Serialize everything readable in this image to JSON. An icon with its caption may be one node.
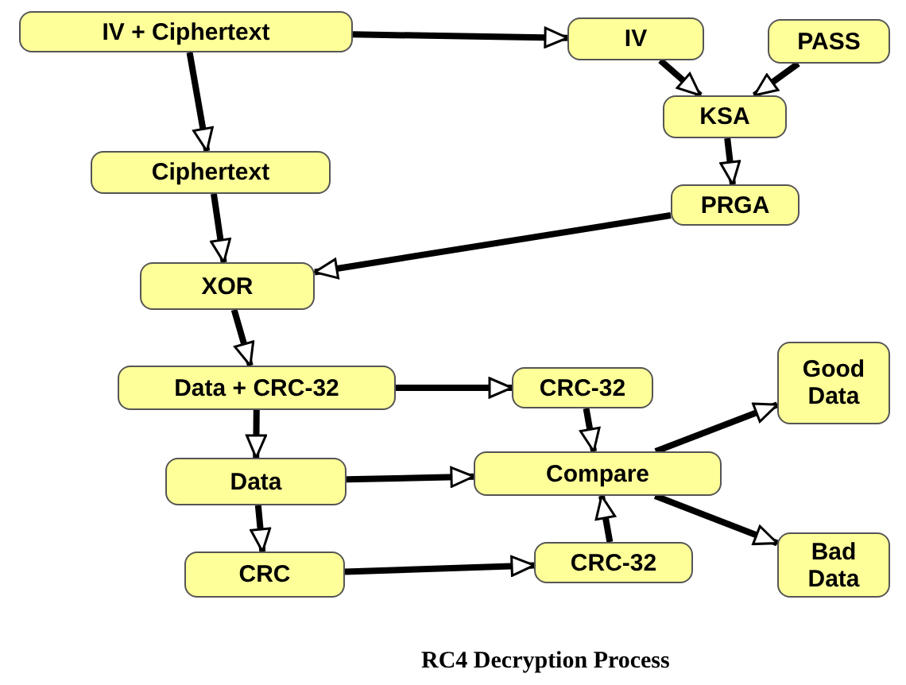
{
  "diagram": {
    "caption": "RC4 Decryption Process",
    "nodes": [
      {
        "text": [
          "IV + Ciphertext"
        ]
      },
      {
        "text": [
          "IV"
        ]
      },
      {
        "text": [
          "PASS"
        ]
      },
      {
        "text": [
          "KSA"
        ]
      },
      {
        "text": [
          "Ciphertext"
        ]
      },
      {
        "text": [
          "PRGA"
        ]
      },
      {
        "text": [
          "XOR"
        ]
      },
      {
        "text": [
          "Data + CRC-32"
        ]
      },
      {
        "text": [
          "CRC-32"
        ]
      },
      {
        "text": [
          "Good Data"
        ]
      },
      {
        "text": [
          "Data"
        ]
      },
      {
        "text": [
          "Compare"
        ]
      },
      {
        "text": [
          "Bad Data"
        ]
      },
      {
        "text": [
          "CRC"
        ]
      },
      {
        "text": [
          "CRC-32"
        ]
      }
    ],
    "edges": [
      {
        "from": 0,
        "to": 1,
        "arrow": "to"
      },
      {
        "from": 1,
        "to": 3,
        "arrow": "to"
      },
      {
        "from": 2,
        "to": 3,
        "arrow": "to"
      },
      {
        "from": 0,
        "to": 4,
        "arrow": "to"
      },
      {
        "from": 3,
        "to": 5,
        "arrow": "to"
      },
      {
        "from": 4,
        "to": 6,
        "arrow": "to"
      },
      {
        "from": 5,
        "to": 6,
        "arrow": "to"
      },
      {
        "from": 6,
        "to": 7,
        "arrow": "to"
      },
      {
        "from": 7,
        "to": 8,
        "arrow": "to"
      },
      {
        "from": 7,
        "to": 10,
        "arrow": "to"
      },
      {
        "from": 8,
        "to": 11,
        "arrow": "to"
      },
      {
        "from": 10,
        "to": 11,
        "arrow": "to"
      },
      {
        "from": 10,
        "to": 13,
        "arrow": "to"
      },
      {
        "from": 13,
        "to": 14,
        "arrow": "to"
      },
      {
        "from": 14,
        "to": 11,
        "arrow": "to"
      },
      {
        "from": 11,
        "to": 9,
        "arrow": "to"
      },
      {
        "from": 11,
        "to": 12,
        "arrow": "to"
      }
    ]
  }
}
